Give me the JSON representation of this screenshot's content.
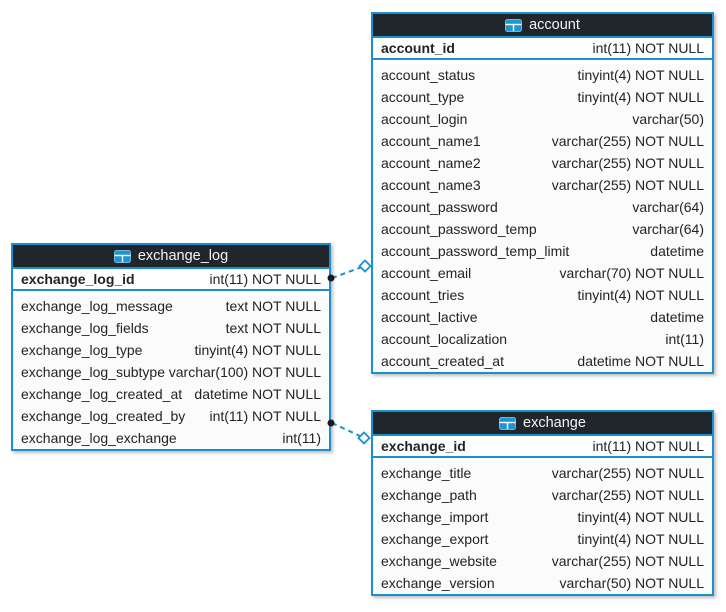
{
  "diagram": {
    "colors": {
      "accent": "#1b8fd0",
      "header_bg": "#20262b",
      "header_text": "#f4f4f4",
      "row_text": "#232323"
    },
    "tables": [
      {
        "id": "exchange_log",
        "title": "exchange_log",
        "primary_key": {
          "name": "exchange_log_id",
          "type": "int(11) NOT NULL"
        },
        "columns": [
          {
            "name": "exchange_log_message",
            "type": "text NOT NULL"
          },
          {
            "name": "exchange_log_fields",
            "type": "text NOT NULL"
          },
          {
            "name": "exchange_log_type",
            "type": "tinyint(4) NOT NULL"
          },
          {
            "name": "exchange_log_subtype",
            "type": "varchar(100) NOT NULL"
          },
          {
            "name": "exchange_log_created_at",
            "type": "datetime NOT NULL"
          },
          {
            "name": "exchange_log_created_by",
            "type": "int(11) NOT NULL"
          },
          {
            "name": "exchange_log_exchange",
            "type": "int(11)"
          }
        ]
      },
      {
        "id": "account",
        "title": "account",
        "primary_key": {
          "name": "account_id",
          "type": "int(11) NOT NULL"
        },
        "columns": [
          {
            "name": "account_status",
            "type": "tinyint(4) NOT NULL"
          },
          {
            "name": "account_type",
            "type": "tinyint(4) NOT NULL"
          },
          {
            "name": "account_login",
            "type": "varchar(50)"
          },
          {
            "name": "account_name1",
            "type": "varchar(255) NOT NULL"
          },
          {
            "name": "account_name2",
            "type": "varchar(255) NOT NULL"
          },
          {
            "name": "account_name3",
            "type": "varchar(255) NOT NULL"
          },
          {
            "name": "account_password",
            "type": "varchar(64)"
          },
          {
            "name": "account_password_temp",
            "type": "varchar(64)"
          },
          {
            "name": "account_password_temp_limit",
            "type": "datetime"
          },
          {
            "name": "account_email",
            "type": "varchar(70) NOT NULL"
          },
          {
            "name": "account_tries",
            "type": "tinyint(4) NOT NULL"
          },
          {
            "name": "account_lactive",
            "type": "datetime"
          },
          {
            "name": "account_localization",
            "type": "int(11)"
          },
          {
            "name": "account_created_at",
            "type": "datetime NOT NULL"
          }
        ]
      },
      {
        "id": "exchange",
        "title": "exchange",
        "primary_key": {
          "name": "exchange_id",
          "type": "int(11) NOT NULL"
        },
        "columns": [
          {
            "name": "exchange_title",
            "type": "varchar(255) NOT NULL"
          },
          {
            "name": "exchange_path",
            "type": "varchar(255) NOT NULL"
          },
          {
            "name": "exchange_import",
            "type": "tinyint(4) NOT NULL"
          },
          {
            "name": "exchange_export",
            "type": "tinyint(4) NOT NULL"
          },
          {
            "name": "exchange_website",
            "type": "varchar(255) NOT NULL"
          },
          {
            "name": "exchange_version",
            "type": "varchar(50) NOT NULL"
          }
        ]
      }
    ],
    "relations": [
      {
        "from_table": "exchange_log",
        "to_table": "account"
      },
      {
        "from_table": "exchange_log",
        "to_table": "exchange"
      }
    ]
  }
}
